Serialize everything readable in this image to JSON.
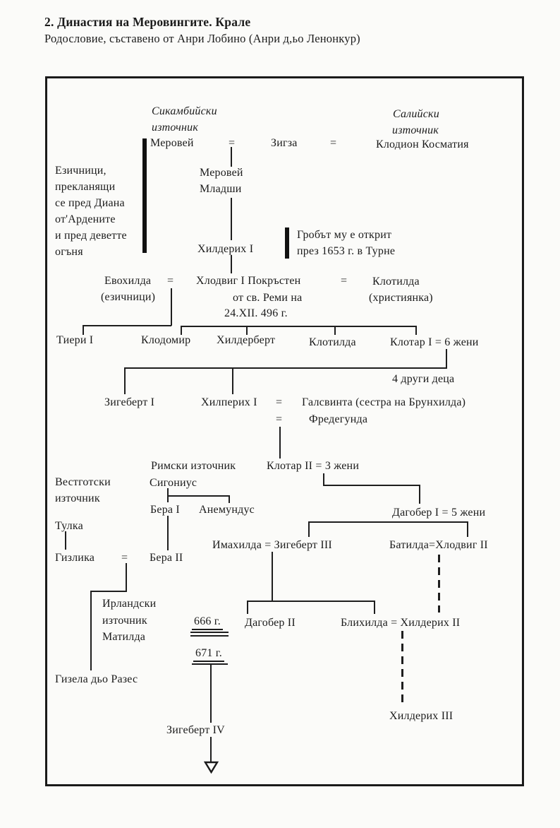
{
  "header": {
    "title": "2. Династия на Меровингите. Крале",
    "subtitle": "Родословие, съставено от Анри Лобино (Анри д,ьо Ленонкур)"
  },
  "labels": {
    "sicambrian_source_line1": "Сикамбийски",
    "sicambrian_source_line2": "източник",
    "salic_source_line1": "Салийски",
    "salic_source_line2": "източник",
    "merovei": "Меровей",
    "eq_merovei_zigza": "=",
    "zigza": "Зигза",
    "eq_zigza_clodion": "=",
    "clodion": "Клодион Косматия",
    "pagans_note_line1": "Езичници,",
    "pagans_note_line2": "прекланящи",
    "pagans_note_line3": "се пред Диана",
    "pagans_note_line4": "от'Ардените",
    "pagans_note_line5": "и пред деветте",
    "pagans_note_line6": "огъня",
    "merovei_junior_line1": "Меровей",
    "merovei_junior_line2": "Младши",
    "childerih1": "Хилдерих I",
    "tomb_note_line1": "Гробът му е открит",
    "tomb_note_line2": "през 1653 г. в Турне",
    "evohilda": "Евохилда",
    "eq_evohilda_clovis": "=",
    "clovis1": "Хлодвиг I Покръстен",
    "clovis1_line2": "от св. Реми на",
    "clovis1_line3": "24.XII. 496 г.",
    "eq_clovis_clotilda": "=",
    "clotilda_wife": "Клотилда",
    "evohilda_note": "(езичници)",
    "clotilda_note": "(християнка)",
    "tieri1": "Тиери I",
    "clodomir": "Клодомир",
    "childerbert": "Хилдерберт",
    "clotilda_daughter": "Клотилда",
    "clotar1": "Клотар I = 6 жени",
    "other_children": "4 други деца",
    "zigebert1": "Зигеберт I",
    "chilperih1": "Хилперих I",
    "eq_chilperih_galsvinta": "=",
    "galsvinta": "Галсвинта (сестра на Брунхилда)",
    "eq_chilperih_fredegunda": "=",
    "fredegunda": "Фредегунда",
    "roman_source": "Римски източник",
    "clotar2": "Клотар II = 3 жени",
    "visigoth_source_line1": "Вестготски",
    "visigoth_source_line2": "източник",
    "sigonius": "Сигониус",
    "bera1": "Бера I",
    "anemundus": "Анемундус",
    "dagober1": "Дагобер I = 5 жени",
    "tulka": "Тулка",
    "gizlika": "Гизлика",
    "eq_gizlika_bera2": "=",
    "bera2": "Бера II",
    "imahilda_zigebert3": "Имахилда = Зигеберт III",
    "batilda_clovis2": "Батилда=Хлодвиг II",
    "irish_source_line1": "Ирландски",
    "irish_source_line2": "източник",
    "irish_source_line3": "Матилда",
    "year_666": "666 г.",
    "dagober2": "Дагобер II",
    "blihilda_childerih2": "Блихилда = Хилдерих II",
    "year_671": "671 г.",
    "gizela": "Гизела дьо Разес",
    "childerih3": "Хилдерих III",
    "zigebert4": "Зигеберт IV"
  }
}
